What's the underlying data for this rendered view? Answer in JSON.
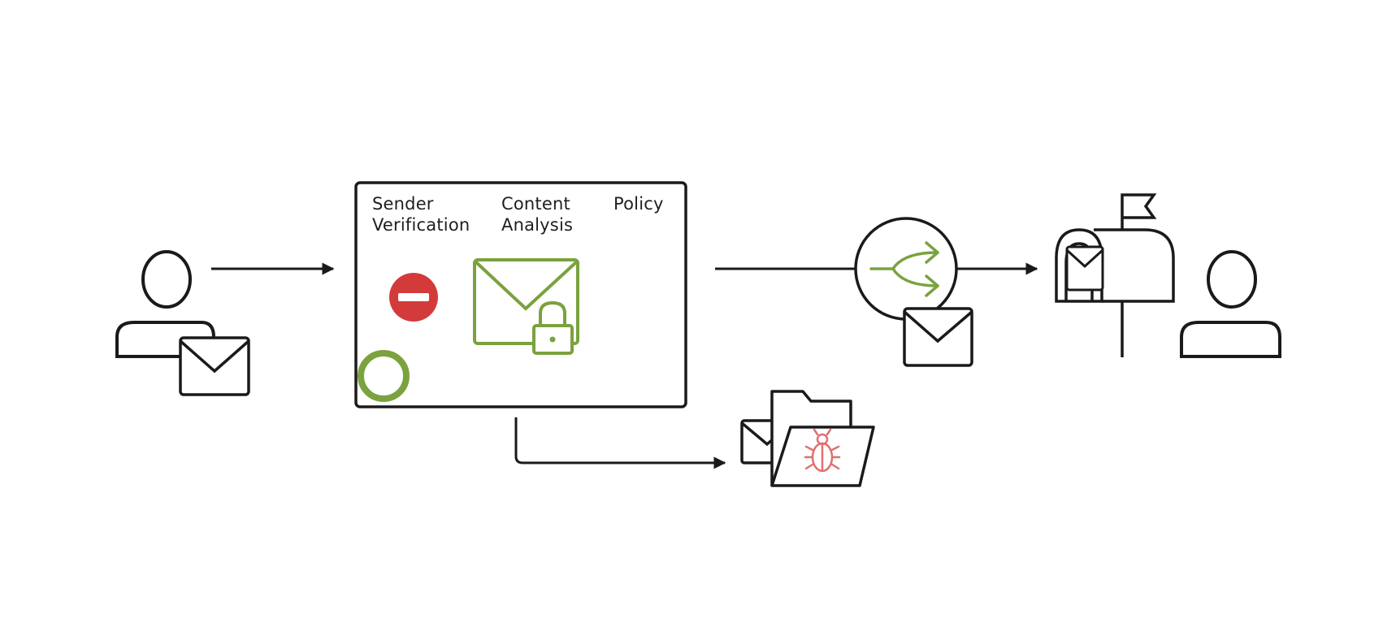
{
  "stages": {
    "sender_verification": [
      "Sender",
      "Verification"
    ],
    "content_analysis": [
      "Content",
      "Analysis"
    ],
    "policy": [
      "Policy"
    ]
  },
  "colors": {
    "stroke": "#1a1a1a",
    "accent_green": "#7aa23e",
    "alert_red": "#d33b3b",
    "threat_red": "#e07070",
    "background": "#ffffff"
  },
  "icons": [
    "sender-person-icon",
    "sender-envelope-icon",
    "blocked-icon",
    "locked-envelope-icon",
    "status-ring-icon",
    "routing-split-icon",
    "routed-envelope-icon",
    "mailbox-icon",
    "recipient-person-icon",
    "quarantine-envelope-icon",
    "quarantine-folder-icon",
    "bug-icon"
  ]
}
